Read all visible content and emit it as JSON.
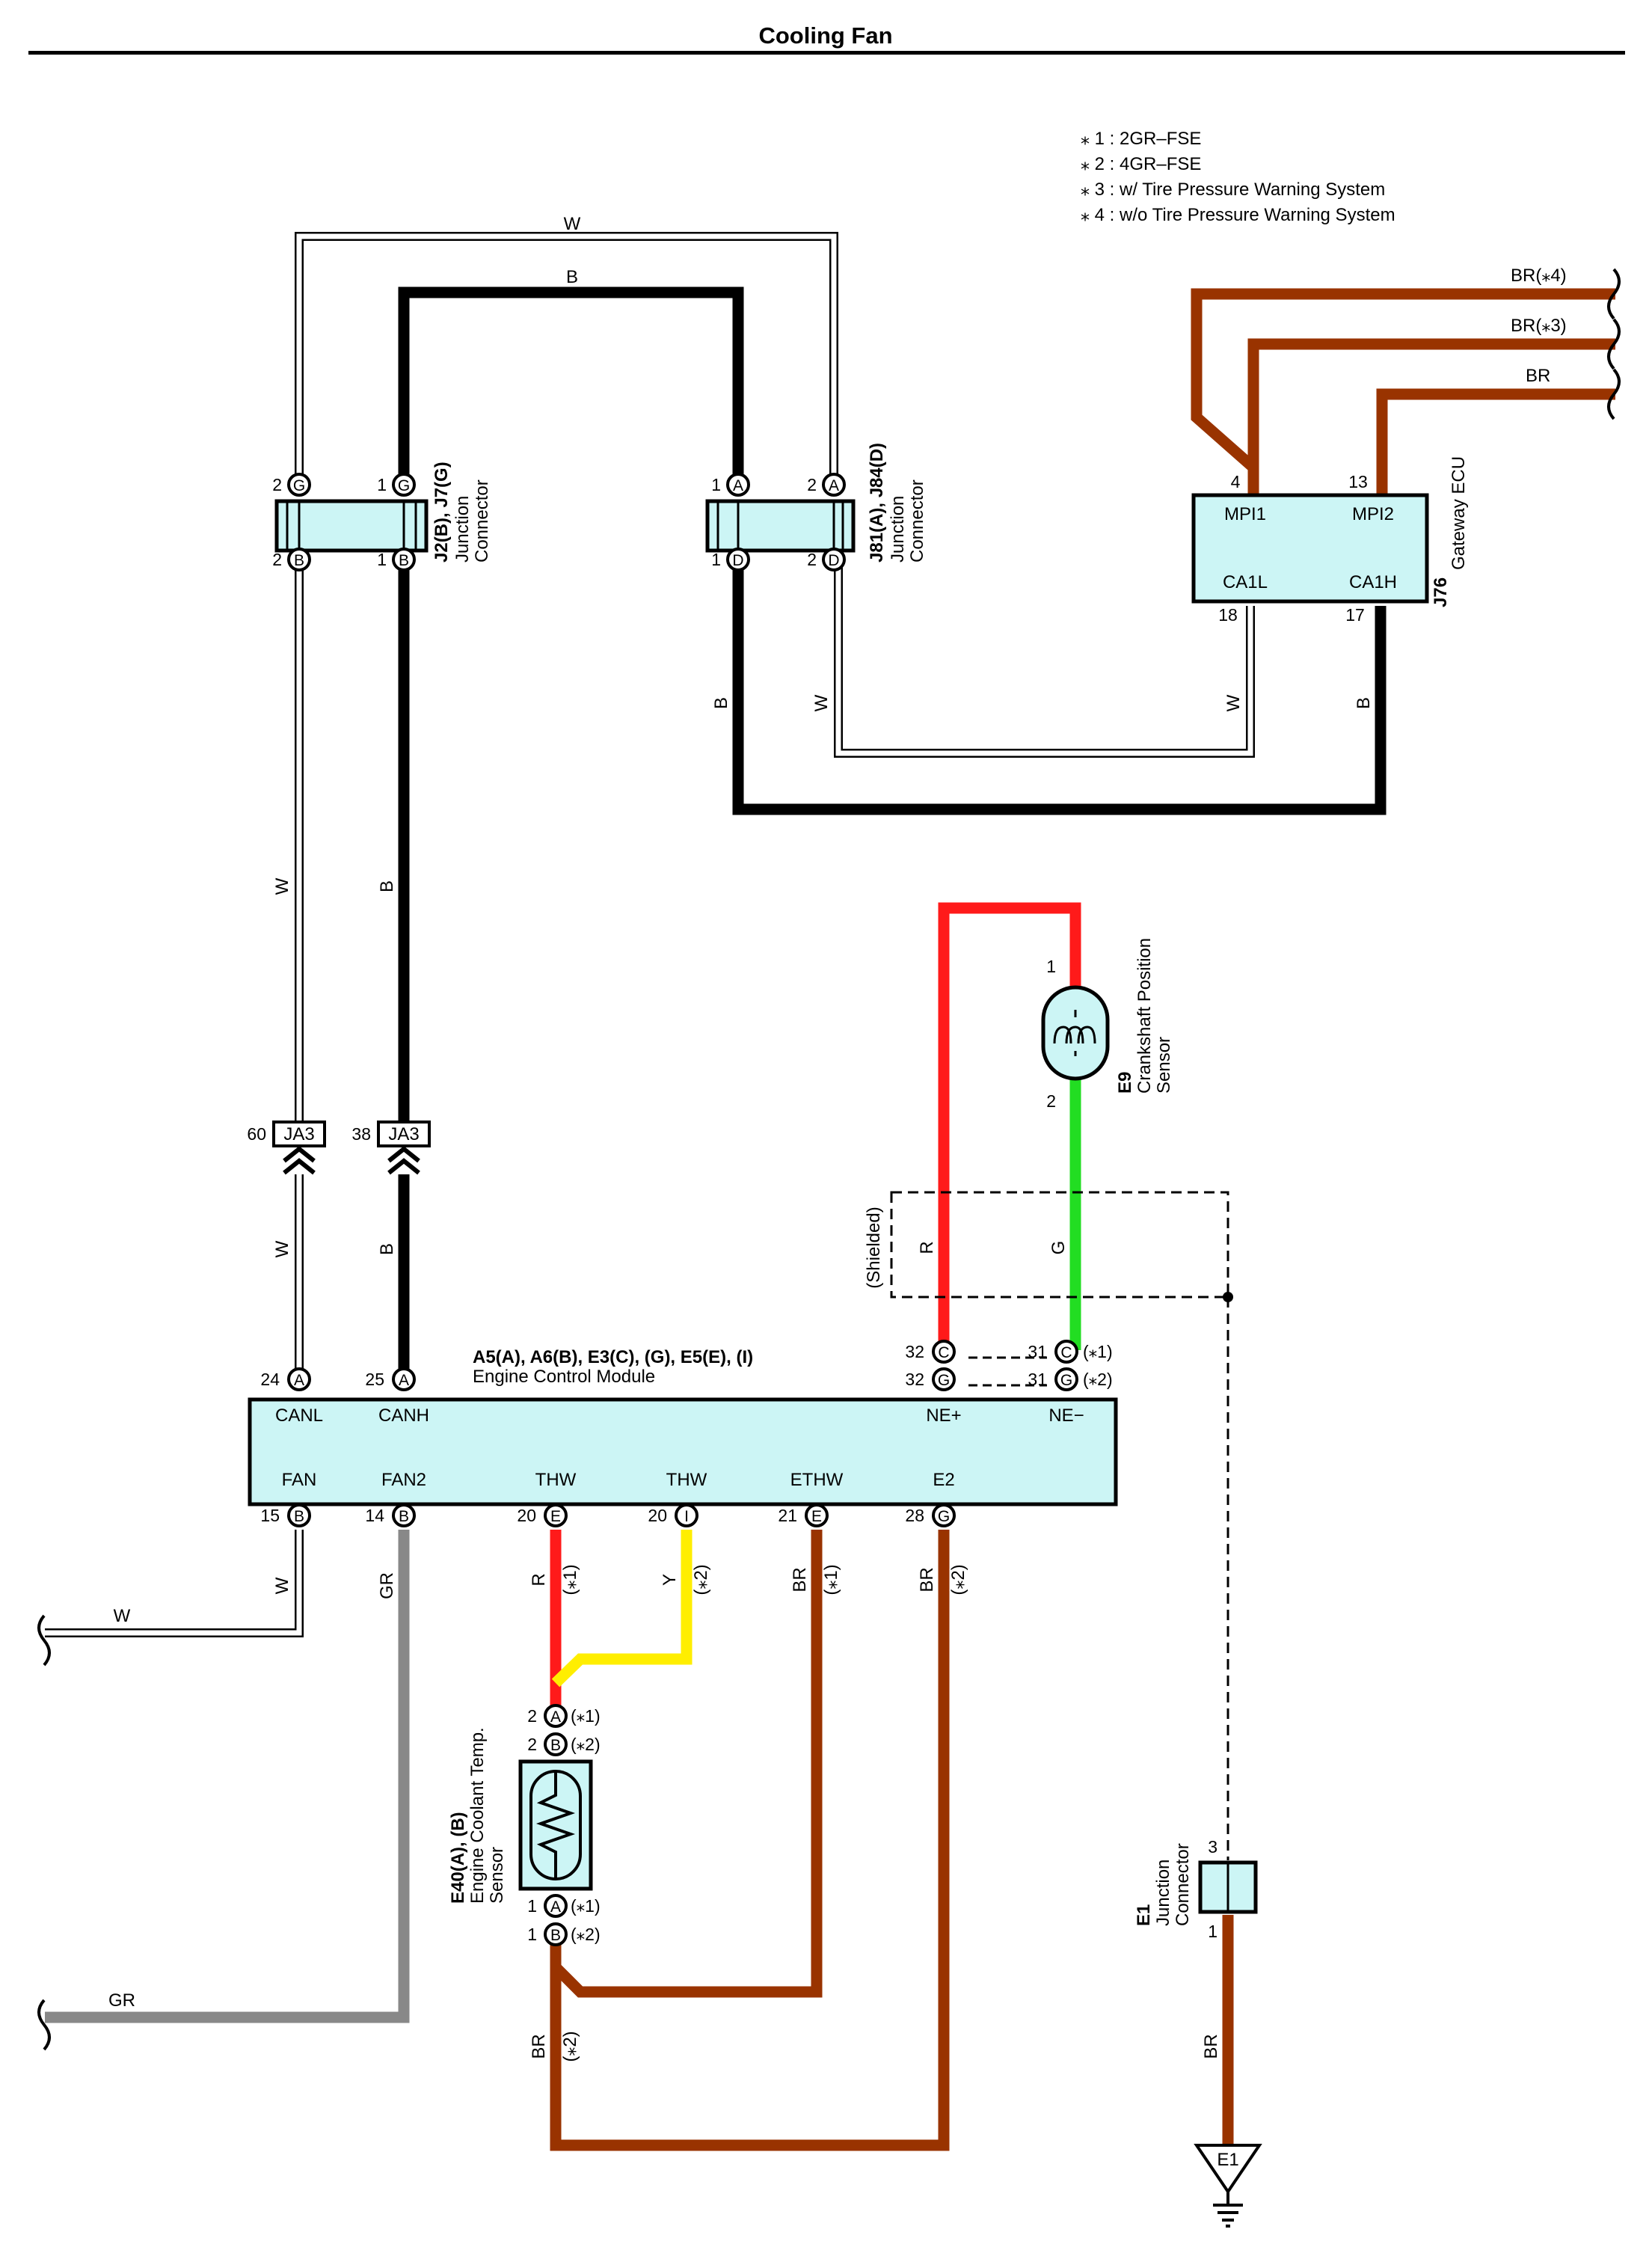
{
  "title": "Cooling Fan",
  "notes": [
    "⁎ 1 : 2GR–FSE",
    "⁎ 2 : 4GR–FSE",
    "⁎ 3 : w/ Tire Pressure Warning System",
    "⁎ 4 : w/o Tire Pressure Warning System"
  ],
  "wire_colors": {
    "W": "#ffffff",
    "B": "#000000",
    "BR": "#993300",
    "R": "#ff1a1a",
    "G": "#22dd22",
    "Y": "#ffee00",
    "GR": "#888888"
  },
  "component_fill": "#ccf5f5",
  "components": {
    "j2": {
      "id": "J2(B), J7(G)",
      "name1": "Junction",
      "name2": "Connector",
      "pins_top": [
        {
          "num": "2",
          "ltr": "G"
        },
        {
          "num": "1",
          "ltr": "G"
        }
      ],
      "pins_bottom": [
        {
          "num": "2",
          "ltr": "B"
        },
        {
          "num": "1",
          "ltr": "B"
        }
      ]
    },
    "j81": {
      "id": "J81(A), J84(D)",
      "name1": "Junction",
      "name2": "Connector",
      "pins_top": [
        {
          "num": "1",
          "ltr": "A"
        },
        {
          "num": "2",
          "ltr": "A"
        }
      ],
      "pins_bottom": [
        {
          "num": "1",
          "ltr": "D"
        },
        {
          "num": "2",
          "ltr": "D"
        }
      ]
    },
    "gateway": {
      "id": "J76",
      "name": "Gateway ECU",
      "pins": [
        {
          "num": "4",
          "label": "MPI1"
        },
        {
          "num": "13",
          "label": "MPI2"
        },
        {
          "num": "18",
          "label": "CA1L"
        },
        {
          "num": "17",
          "label": "CA1H"
        }
      ]
    },
    "e9": {
      "id": "E9",
      "name1": "Crankshaft Position",
      "name2": "Sensor",
      "pin_top": "1",
      "pin_bottom": "2"
    },
    "ecm": {
      "id": "A5(A), A6(B), E3(C), (G), E5(E), (I)",
      "name": "Engine Control Module",
      "top_pins": [
        {
          "num": "24",
          "ltr": "A",
          "label": "CANL"
        },
        {
          "num": "25",
          "ltr": "A",
          "label": "CANH"
        }
      ],
      "ne_pins": [
        {
          "num": "32",
          "ltr": "C",
          "label": "NE+",
          "num2": "32",
          "ltr2": "G"
        },
        {
          "num": "31",
          "ltr": "C",
          "label": "NE−",
          "num2": "31",
          "ltr2": "G",
          "note1": "(⁎1)",
          "note2": "(⁎2)"
        }
      ],
      "bottom_pins": [
        {
          "num": "15",
          "ltr": "B",
          "label": "FAN"
        },
        {
          "num": "14",
          "ltr": "B",
          "label": "FAN2"
        },
        {
          "num": "20",
          "ltr": "E",
          "label": "THW"
        },
        {
          "num": "20",
          "ltr": "I",
          "label": "THW"
        },
        {
          "num": "21",
          "ltr": "E",
          "label": "ETHW"
        },
        {
          "num": "28",
          "ltr": "G",
          "label": "E2"
        }
      ]
    },
    "e40": {
      "id": "E40(A), (B)",
      "name1": "Engine Coolant Temp.",
      "name2": "Sensor",
      "top": [
        {
          "num": "2",
          "ltr": "A",
          "note": "(⁎1)"
        },
        {
          "num": "2",
          "ltr": "B",
          "note": "(⁎2)"
        }
      ],
      "bottom": [
        {
          "num": "1",
          "ltr": "A",
          "note": "(⁎1)"
        },
        {
          "num": "1",
          "ltr": "B",
          "note": "(⁎2)"
        }
      ]
    },
    "e1": {
      "id": "E1",
      "name1": "Junction",
      "name2": "Connector",
      "pin_top": "3",
      "pin_bottom": "1"
    },
    "ja3_left": {
      "label": "JA3",
      "num": "60"
    },
    "ja3_right": {
      "label": "JA3",
      "num": "38"
    },
    "ground": {
      "label": "E1"
    }
  },
  "wire_labels": {
    "top_w": "W",
    "top_b": "B",
    "br4": "BR(⁎4)",
    "br3": "BR(⁎3)",
    "br": "BR",
    "mid_b1": "B",
    "mid_w1": "W",
    "mid_w2": "W",
    "mid_b2": "B",
    "left_w_upper": "W",
    "left_b_upper": "B",
    "left_w_lower": "W",
    "left_b_lower": "B",
    "red_r": "R",
    "green_g": "G",
    "shielded": "(Shielded)",
    "fan_w": "W",
    "fan2_gr": "GR",
    "thw_r": "R",
    "thw_r_note": "(⁎1)",
    "thw_y": "Y",
    "thw_y_note": "(⁎2)",
    "ethw_br": "BR",
    "ethw_note": "(⁎1)",
    "e2_br": "BR",
    "e2_note": "(⁎2)",
    "left_w": "W",
    "left_gr": "GR",
    "bottom_br": "BR",
    "bottom_note": "(⁎2)",
    "e1_br": "BR"
  }
}
